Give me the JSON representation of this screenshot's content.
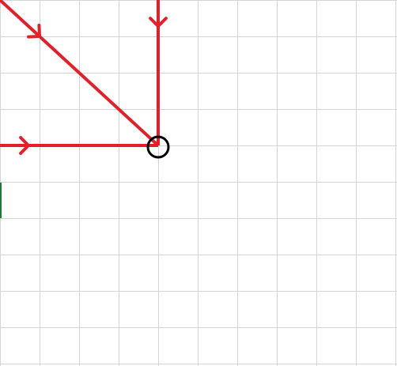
{
  "diagram": {
    "background_color": "#ffffff",
    "grid_color": "#d4d4d4",
    "arrow_color": "#e3202a",
    "node_color": "#000000",
    "edge_marker_color": "#1a7a3a",
    "grid": {
      "columns": 10,
      "rows": 10
    },
    "node": {
      "name": "junction-circle",
      "col": 4,
      "row": 4
    },
    "arrows": [
      {
        "name": "diagonal-arrow",
        "from": {
          "col": 0,
          "row": 0
        },
        "to": {
          "col": 4,
          "row": 4
        },
        "marker_at": 0.25
      },
      {
        "name": "vertical-arrow",
        "from": {
          "col": 4,
          "row": 0
        },
        "to": {
          "col": 4,
          "row": 4
        },
        "marker_at": 0.18
      },
      {
        "name": "horizontal-arrow",
        "from": {
          "col": 0,
          "row": 4
        },
        "to": {
          "col": 4,
          "row": 4
        },
        "marker_at": 0.18
      }
    ]
  }
}
